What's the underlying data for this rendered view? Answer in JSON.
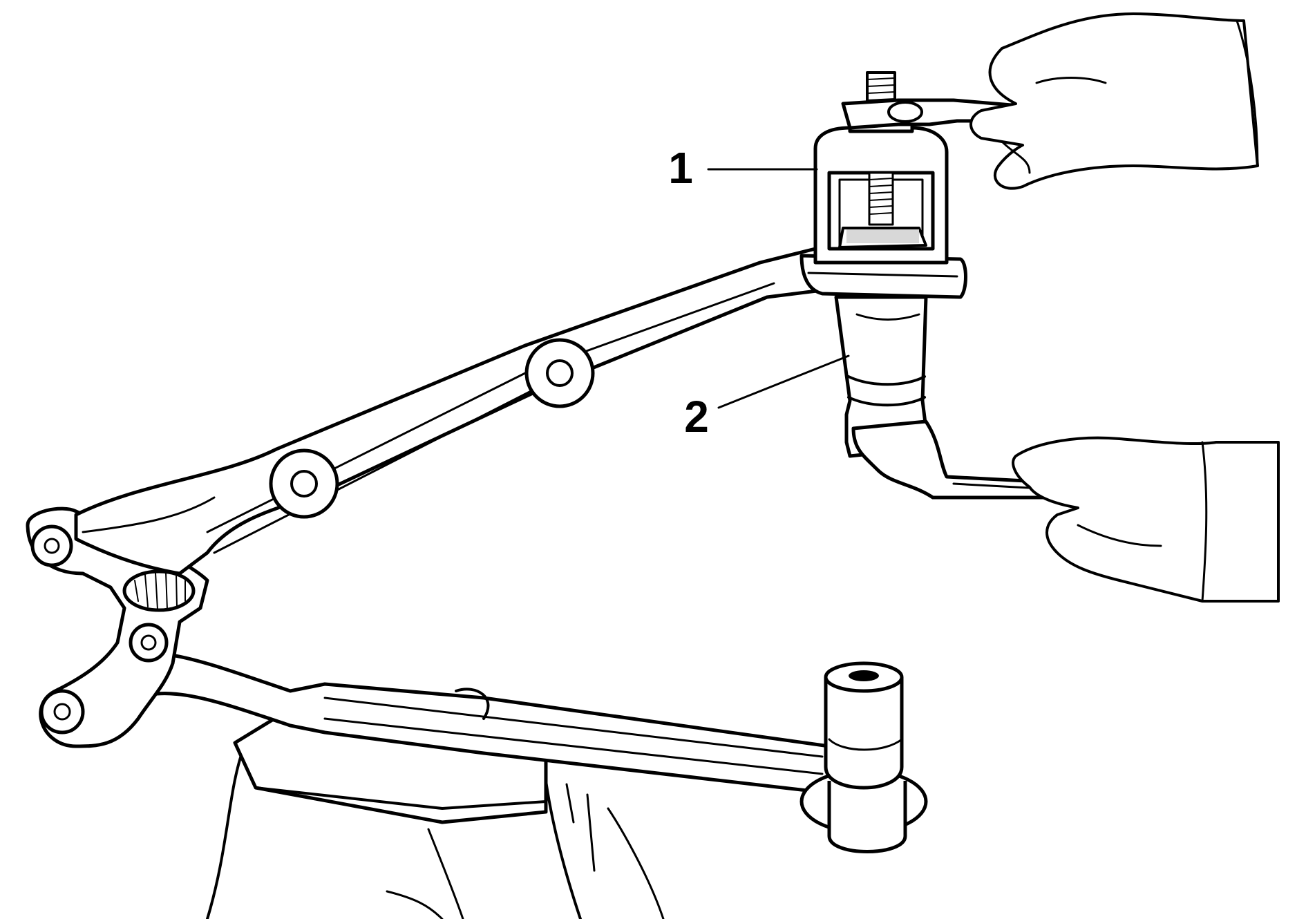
{
  "callouts": [
    {
      "id": "1",
      "label": "1"
    },
    {
      "id": "2",
      "label": "2"
    }
  ],
  "colors": {
    "ink": "#000000",
    "paper": "#ffffff",
    "shade": "#d8d8d8"
  }
}
